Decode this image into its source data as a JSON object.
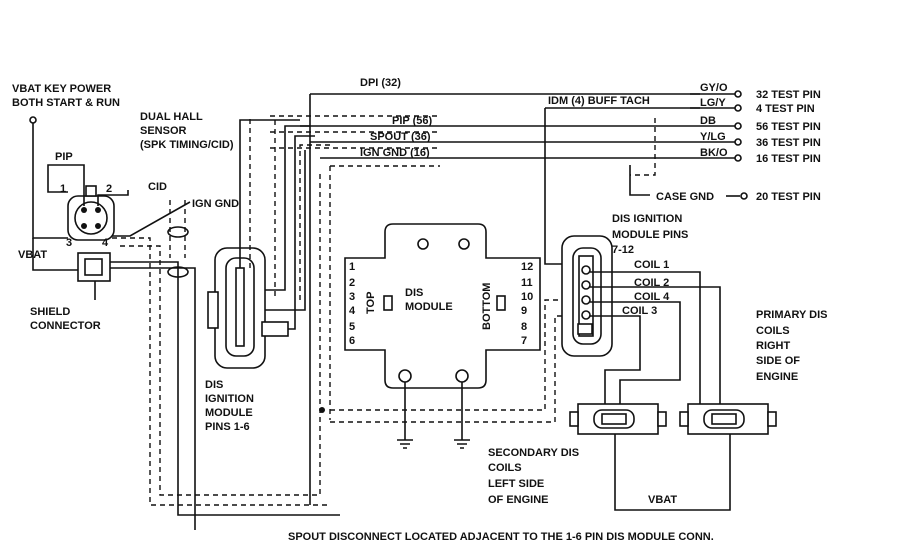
{
  "labels": {
    "vbat_key_power_1": "VBAT KEY POWER",
    "vbat_key_power_2": "BOTH START & RUN",
    "dual_hall_1": "DUAL HALL",
    "dual_hall_2": "SENSOR",
    "dual_hall_3": "(SPK TIMING/CID)",
    "pip": "PIP",
    "cid": "CID",
    "ign_gnd": "IGN GND",
    "vbat_left": "VBAT",
    "shield_1": "SHIELD",
    "shield_2": "CONNECTOR",
    "dis_left_1": "DIS",
    "dis_left_2": "IGNITION",
    "dis_left_3": "MODULE",
    "dis_left_4": "PINS 1-6",
    "dpi": "DPI (32)",
    "pip56": "PIP (56)",
    "spout36": "SPOUT (36)",
    "igngnd16": "IGN GND (16)",
    "idm": "IDM (4) BUFF TACH",
    "gyo": "GY/O",
    "lgy": "LG/Y",
    "db": "DB",
    "ylg": "Y/LG",
    "bko": "BK/O",
    "tp32": "32 TEST PIN",
    "tp4": "4 TEST PIN",
    "tp56": "56 TEST PIN",
    "tp36": "36 TEST PIN",
    "tp16": "16 TEST PIN",
    "case_gnd": "CASE GND",
    "tp20": "20 TEST PIN",
    "dis_right_1": "DIS IGNITION",
    "dis_right_2": "MODULE PINS",
    "dis_right_3": "7-12",
    "coil1": "COIL 1",
    "coil2": "COIL 2",
    "coil4": "COIL 4",
    "coil3": "COIL 3",
    "primary_1": "PRIMARY DIS",
    "primary_2": "COILS",
    "primary_3": "RIGHT",
    "primary_4": "SIDE OF",
    "primary_5": "ENGINE",
    "secondary_1": "SECONDARY DIS",
    "secondary_2": "COILS",
    "secondary_3": "LEFT SIDE",
    "secondary_4": "OF ENGINE",
    "vbat_bottom": "VBAT",
    "dis_module_1": "DIS",
    "dis_module_2": "MODULE",
    "top": "TOP",
    "bottom": "BOTTOM",
    "footer": "SPOUT DISCONNECT LOCATED ADJACENT TO THE 1-6 PIN DIS MODULE CONN."
  },
  "module_pins_left": [
    "1",
    "2",
    "3",
    "4",
    "5",
    "6"
  ],
  "module_pins_right": [
    "12",
    "11",
    "10",
    "9",
    "8",
    "7"
  ],
  "sensor_pins": [
    "1",
    "2",
    "3",
    "4"
  ]
}
